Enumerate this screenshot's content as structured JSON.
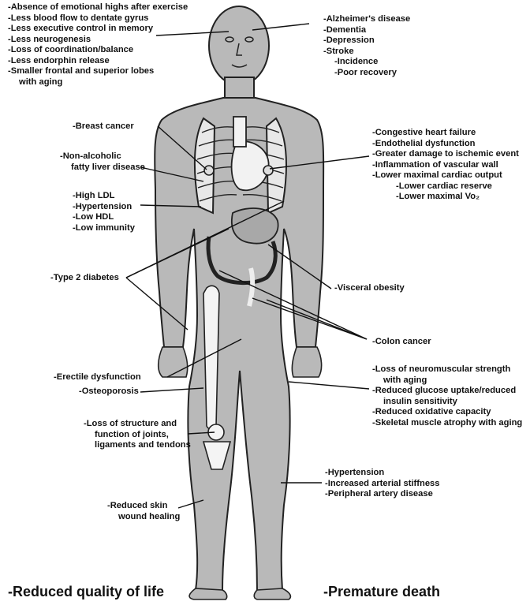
{
  "head_effects": [
    "-Absence of emotional highs after exercise",
    "-Less blood flow to dentate gyrus",
    "-Less executive control in memory",
    "-Less neurogenesis",
    "-Loss of coordination/balance",
    "-Less endorphin release",
    "-Smaller frontal and superior lobes",
    "with aging"
  ],
  "brain_diseases": [
    "-Alzheimer's disease",
    "-Dementia",
    "-Depression",
    "-Stroke",
    "-Incidence",
    "-Poor recovery"
  ],
  "breast_cancer": "-Breast cancer",
  "liver": [
    "-Non-alcoholic",
    "fatty liver disease"
  ],
  "metabolic": [
    "-High LDL",
    "-Hypertension",
    "-Low HDL",
    "-Low immunity"
  ],
  "heart": [
    "-Congestive heart failure",
    "-Endothelial dysfunction",
    "-Greater damage to ischemic event",
    "-Inflammation of vascular wall",
    "-Lower maximal cardiac output",
    "-Lower cardiac reserve",
    "-Lower maximal Vo₂"
  ],
  "diabetes": "-Type 2 diabetes",
  "visceral": "-Visceral obesity",
  "colon": "-Colon cancer",
  "erectile": "-Erectile dysfunction",
  "osteoporosis": "-Osteoporosis",
  "muscle": [
    "-Loss of neuromuscular strength",
    "with aging",
    "-Reduced glucose uptake/reduced",
    "insulin sensitivity",
    "-Reduced oxidative capacity",
    "-Skeletal muscle atrophy with aging"
  ],
  "joints": [
    "-Loss of structure and",
    "function of joints,",
    "ligaments and tendons"
  ],
  "vascular": [
    "-Hypertension",
    "-Increased arterial stiffness",
    "-Peripheral artery disease"
  ],
  "skin": [
    "-Reduced skin",
    "wound healing"
  ],
  "bottom_left": "-Reduced quality of life",
  "bottom_right": "-Premature death"
}
